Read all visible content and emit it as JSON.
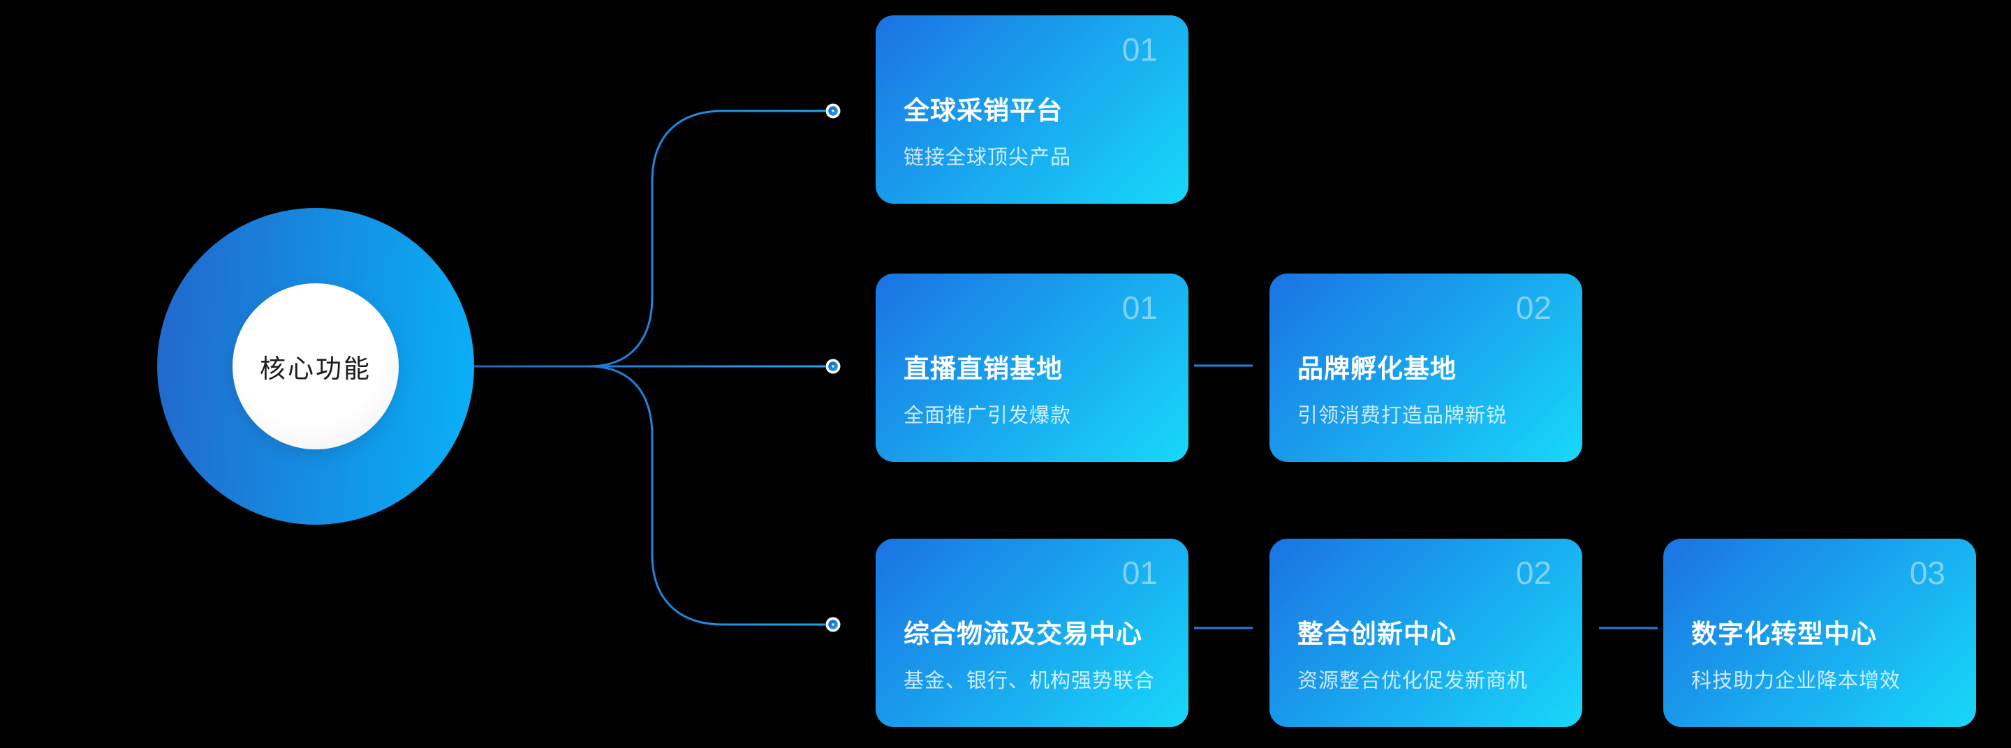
{
  "hub": {
    "label": "核心功能"
  },
  "rows": [
    {
      "cards": [
        {
          "number": "01",
          "title": "全球采销平台",
          "subtitle": "链接全球顶尖产品"
        }
      ]
    },
    {
      "cards": [
        {
          "number": "01",
          "title": "直播直销基地",
          "subtitle": "全面推广引发爆款"
        },
        {
          "number": "02",
          "title": "品牌孵化基地",
          "subtitle": "引领消费打造品牌新锐"
        }
      ]
    },
    {
      "cards": [
        {
          "number": "01",
          "title": "综合物流及交易中心",
          "subtitle": "基金、银行、机构强势联合"
        },
        {
          "number": "02",
          "title": "整合创新中心",
          "subtitle": "资源整合优化促发新商机"
        },
        {
          "number": "03",
          "title": "数字化转型中心",
          "subtitle": "科技助力企业降本增效"
        }
      ]
    }
  ],
  "colors": {
    "background": "#000000",
    "card_gradient_start": "#1a73e3",
    "card_gradient_end": "#18d8fa",
    "hub_gradient_start": "#2366cb",
    "hub_gradient_end": "#08b2f8",
    "line_dark": "#1a5cc0",
    "line_bright": "#21a6f2",
    "title_color": "#ffffff"
  }
}
